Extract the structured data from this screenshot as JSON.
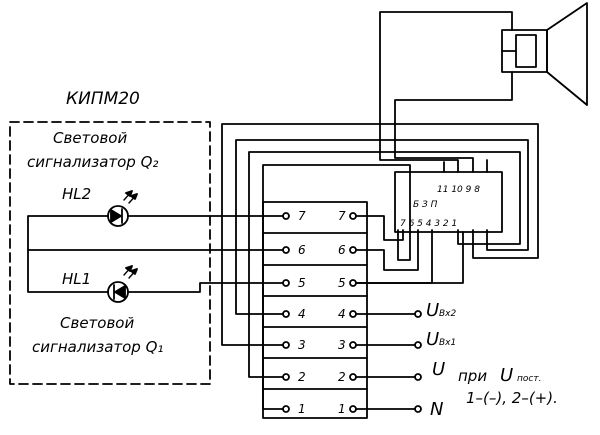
{
  "device_title": "КИПМ20",
  "signaler_q2": {
    "line1": "Световой",
    "line2": "сигнализатор Q₂"
  },
  "signaler_q1": {
    "line1": "Световой",
    "line2": "сигнализатор Q₁"
  },
  "lamps": {
    "hl2": "HL2",
    "hl1": "HL1"
  },
  "terminal_block": {
    "left_labels": [
      "7",
      "6",
      "5",
      "4",
      "3",
      "2",
      "1"
    ],
    "right_labels": [
      "7",
      "6",
      "5",
      "4",
      "3",
      "2",
      "1"
    ]
  },
  "bzp": {
    "name": "Б З П",
    "top_pins": "11 10 9 8",
    "bottom_pins": "7 6 5 4 3 2 1"
  },
  "outputs": {
    "u_in2_main": "U",
    "u_in2_sub": "Вх2",
    "u_in1_main": "U",
    "u_in1_sub": "Вх1",
    "u_main": "U",
    "n_main": "N"
  },
  "note": {
    "line1_a": "при",
    "line1_b": "U",
    "line1_sub": "пост.",
    "line2": "1–(–), 2–(+)."
  }
}
